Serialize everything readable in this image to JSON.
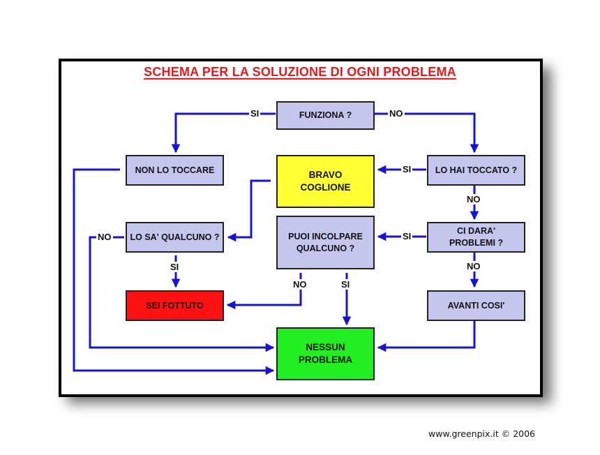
{
  "title": "SCHEMA PER LA SOLUZIONE DI OGNI PROBLEMA",
  "colors": {
    "box_default": "#c5c6ee",
    "box_yellow": "#ffff33",
    "box_red": "#ff1111",
    "box_green": "#22ee22",
    "arrow": "#1414d2",
    "title": "#e01b1b"
  },
  "nodes": {
    "funziona": "FUNZIONA ?",
    "non_lo_toccare": "NON LO TOCCARE",
    "bravo_coglione": "BRAVO\nCOGLIONE",
    "lo_hai_toccato": "LO HAI TOCCATO ?",
    "lo_sa_qualcuno": "LO SA' QUALCUNO ?",
    "puoi_incolpare": "PUOI INCOLPARE\nQUALCUNO ?",
    "ci_dara_problemi": "CI DARA'\nPROBLEMI ?",
    "sei_fottuto": "SEI FOTTUTO",
    "avanti_cosi": "AVANTI COSI'",
    "nessun_problema": "NESSUN\nPROBLEMA"
  },
  "edge_labels": {
    "yes": "SI",
    "no": "NO"
  },
  "credit": "www.greenpix.it © 2006"
}
